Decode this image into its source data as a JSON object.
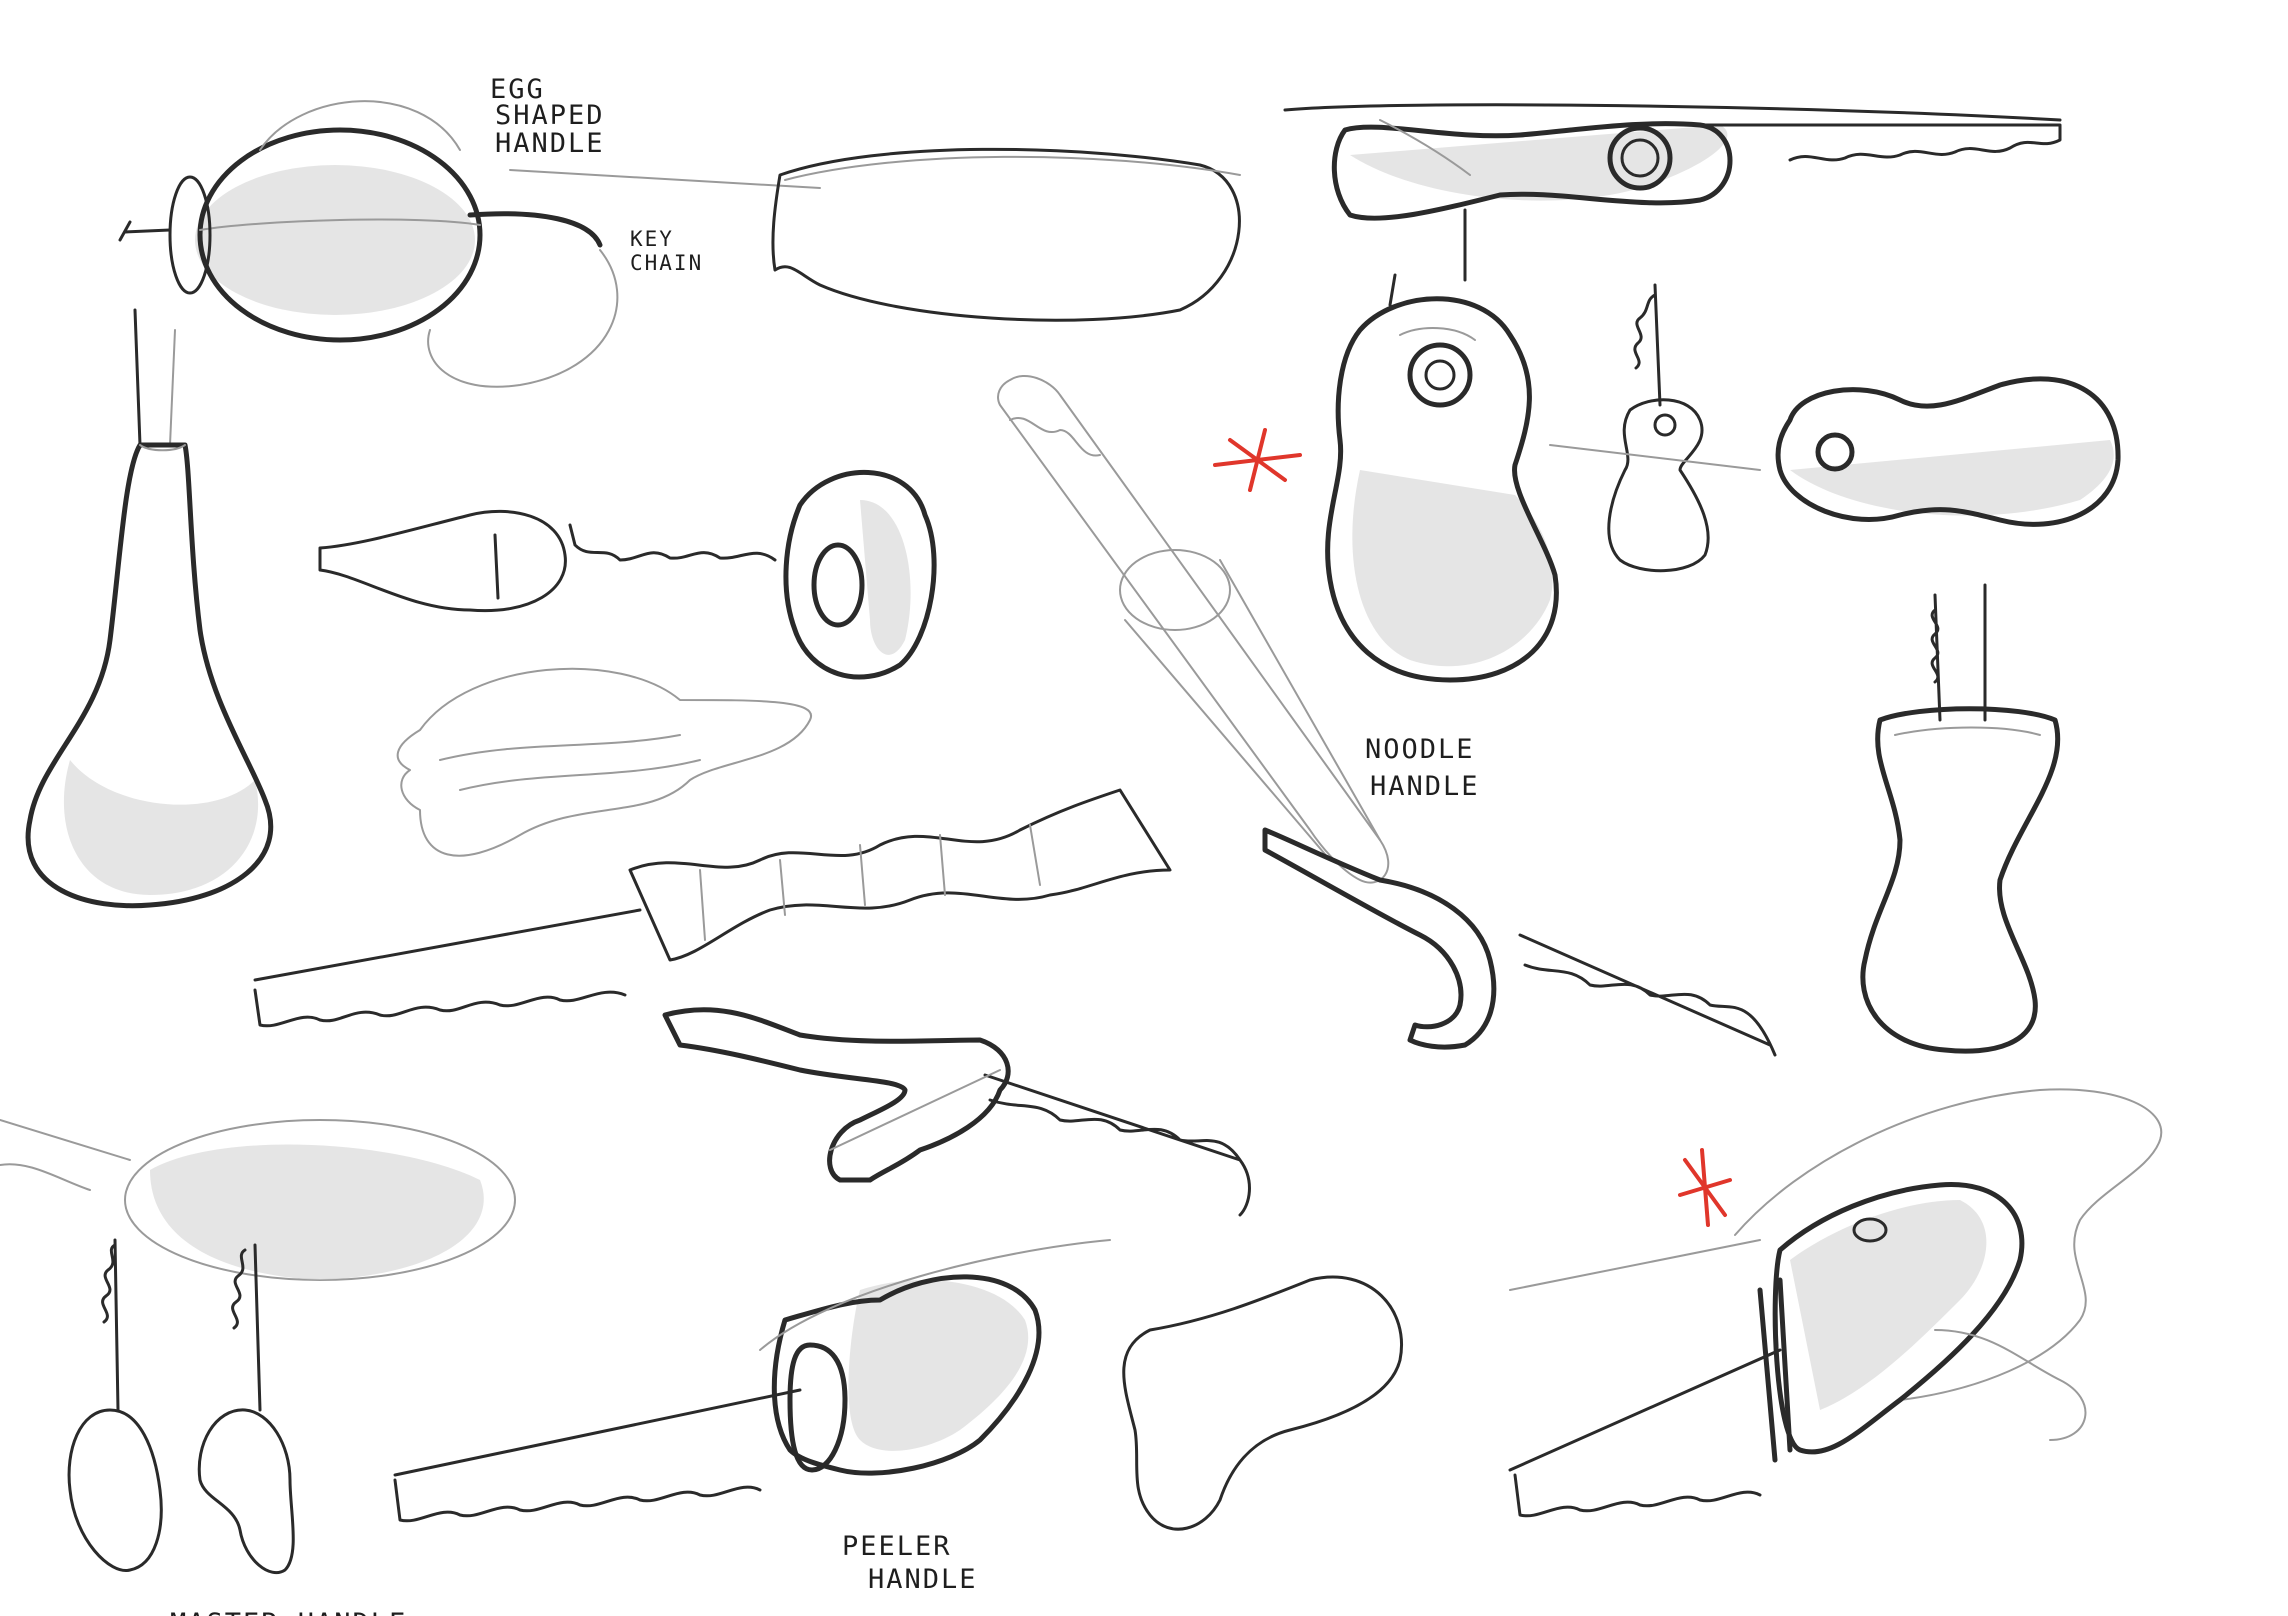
{
  "sketch": {
    "notes": {
      "egg_1": "EGG",
      "egg_2": "SHAPED",
      "egg_3": "HANDLE",
      "key_1": "KEY",
      "key_2": "CHAIN",
      "noodle_1": "NOODLE",
      "noodle_2": "HANDLE",
      "peeler_1": "PEELER",
      "peeler_2": "HANDLE",
      "bottom": "MASTER HANDLE"
    },
    "colors": {
      "pencil": "#2a2a2a",
      "highlight_asterisk": "#e0362b"
    }
  }
}
